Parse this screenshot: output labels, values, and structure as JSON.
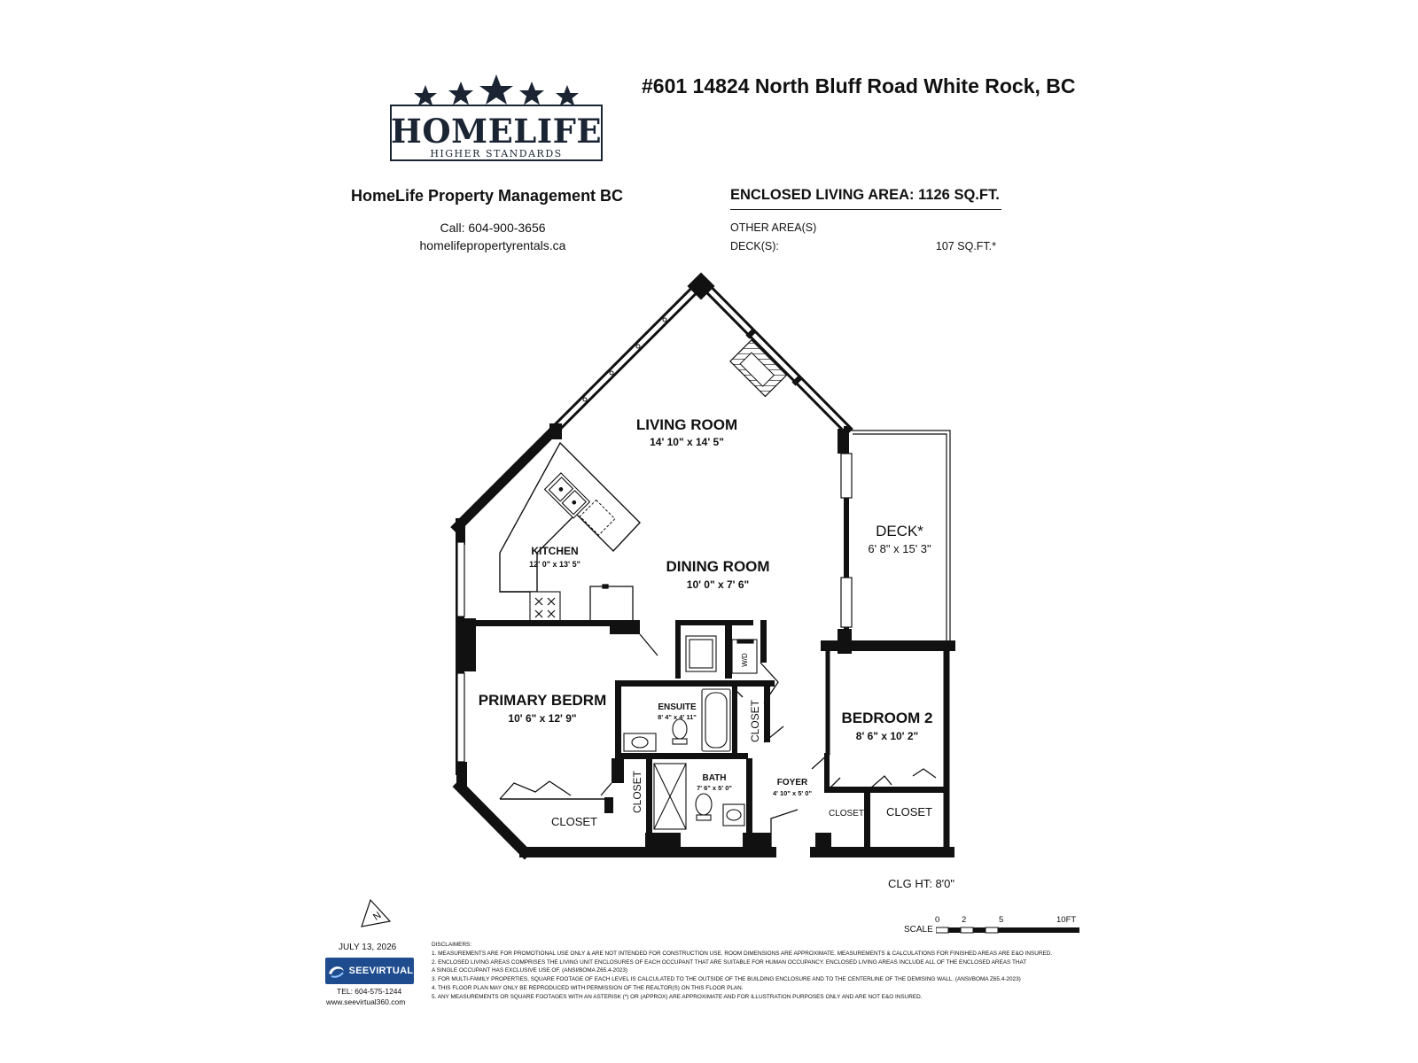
{
  "header": {
    "address": "#601 14824 North Bluff Road White Rock, BC",
    "company": "HomeLife Property Management BC",
    "phone": "Call: 604-900-3656",
    "website": "homelifepropertyrentals.ca"
  },
  "logo": {
    "name": "HOMELIFE",
    "tagline": "HIGHER STANDARDS",
    "color": "#1a2432"
  },
  "area": {
    "enclosed": "ENCLOSED LIVING AREA: 1126 SQ.FT.",
    "other_label": "OTHER AREA(S)",
    "deck_label": "DECK(S):",
    "deck_value": "107 SQ.FT.*"
  },
  "rooms": {
    "living": {
      "name": "LIVING ROOM",
      "dims": "14' 10\" x 14' 5\""
    },
    "kitchen": {
      "name": "KITCHEN",
      "dims": "12' 0\" x 13' 5\""
    },
    "dining": {
      "name": "DINING ROOM",
      "dims": "10' 0\" x 7' 6\""
    },
    "deck": {
      "name": "DECK*",
      "dims": "6' 8\" x 15' 3\""
    },
    "primary": {
      "name": "PRIMARY BEDRM",
      "dims": "10' 6\" x 12' 9\""
    },
    "ensuite": {
      "name": "ENSUITE",
      "dims": "8' 4\" x 4' 11\""
    },
    "bath": {
      "name": "BATH",
      "dims": "7' 6\" x 5' 0\""
    },
    "foyer": {
      "name": "FOYER",
      "dims": "4' 10\" x 5' 0\""
    },
    "bedroom2": {
      "name": "BEDROOM 2",
      "dims": "8' 6\" x 10' 2\""
    },
    "closet_label": "CLOSET",
    "wd_label": "W/D"
  },
  "ceiling": "CLG HT: 8'0\"",
  "scale": {
    "label": "SCALE",
    "ticks": [
      "0",
      "2",
      "5",
      "10FT"
    ]
  },
  "footer": {
    "date": "JULY 13, 2026",
    "brand": "SEEVIRTUAL",
    "tel": "TEL: 604-575-1244",
    "www": "www.seevirtual360.com",
    "disclaimer_title": "DISCLAIMERS:",
    "disclaimers": [
      "1. MEASUREMENTS ARE FOR PROMOTIONAL USE ONLY & ARE NOT INTENDED FOR CONSTRUCTION USE. ROOM DIMENSIONS ARE APPROXIMATE. MEASUREMENTS & CALCULATIONS FOR FINISHED AREAS ARE E&O INSURED.",
      "2. ENCLOSED LIVING AREAS COMPRISES THE LIVING UNIT ENCLOSURES OF EACH OCCUPANT THAT ARE SUITABLE FOR HUMAN OCCUPANCY. ENCLOSED LIVING AREAS INCLUDE ALL OF THE ENCLOSED AREAS THAT",
      "A SINGLE OCCUPANT HAS EXCLUSIVE USE OF. (ANSI/BOMA Z65.4-2023)",
      "3. FOR MULTI-FAMILY PROPERTIES, SQUARE FOOTAGE OF EACH LEVEL IS CALCULATED TO THE OUTSIDE OF THE BUILDING ENCLOSURE AND TO THE CENTERLINE OF THE DEMISING WALL. (ANSI/BOMA Z65.4-2023)",
      "4. THIS FLOOR PLAN MAY ONLY BE REPRODUCED WITH PERMISSION OF THE REALTOR(S) ON THIS FLOOR PLAN.",
      "5. ANY MEASUREMENTS OR SQUARE FOOTAGES WITH AN ASTERISK (*) OR (APPROX) ARE APPROXIMATE AND FOR ILLUSTRATION PURPOSES ONLY AND ARE NOT E&O INSURED."
    ]
  }
}
